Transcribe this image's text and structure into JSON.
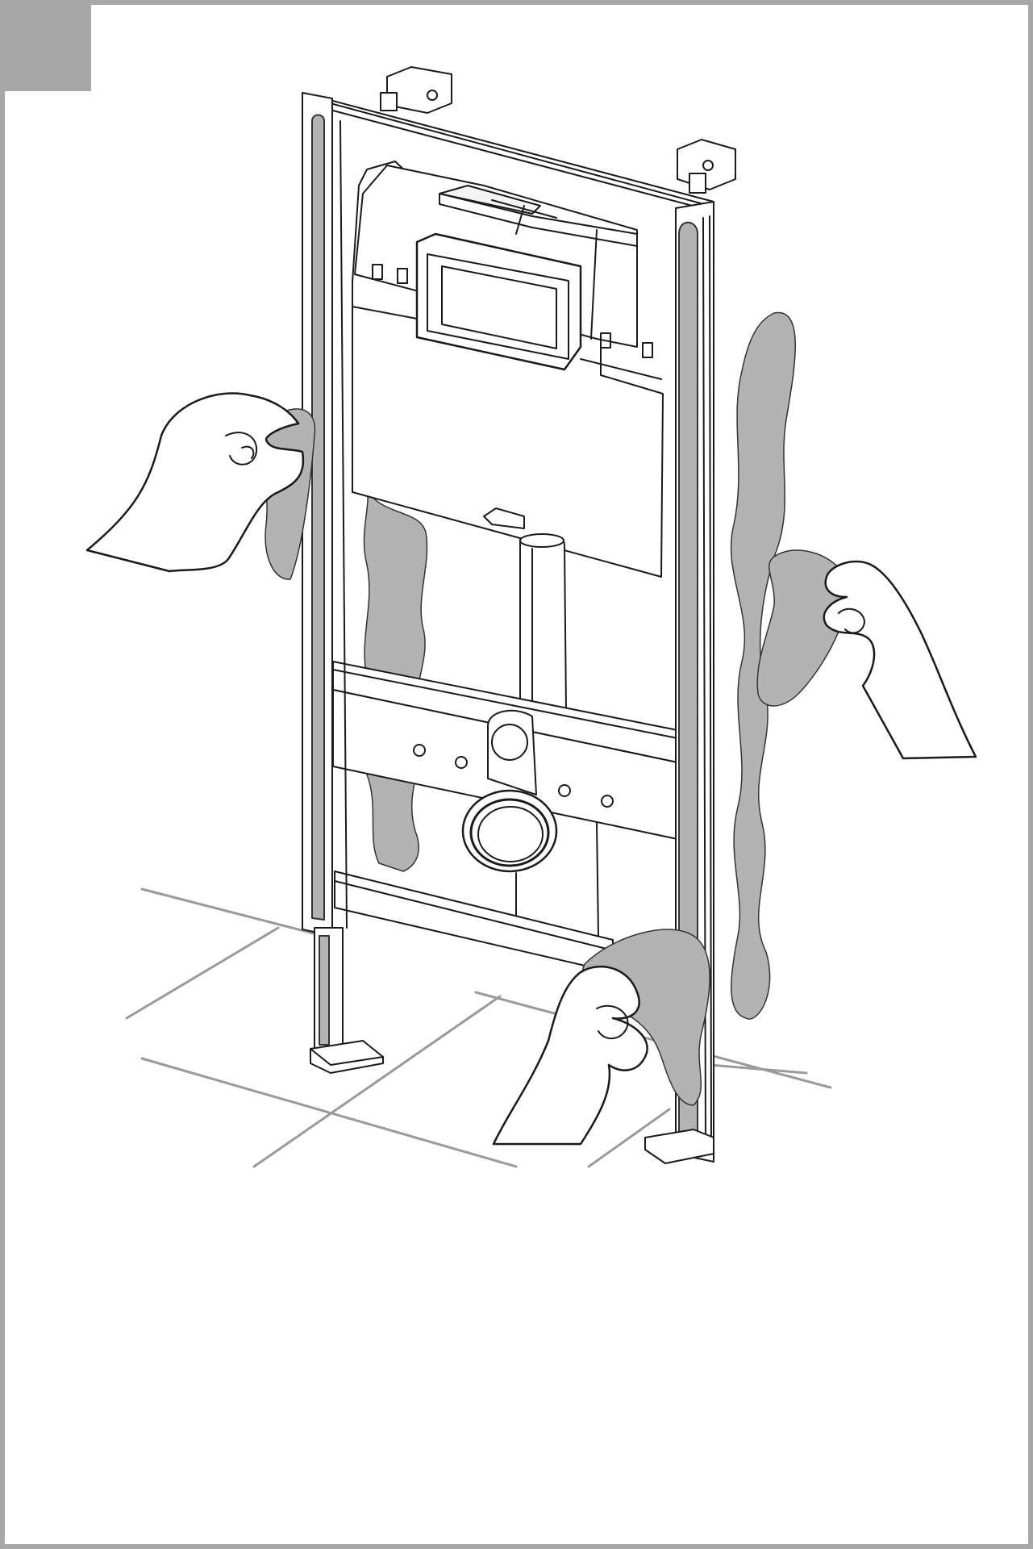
{
  "figure": {
    "page_border_color": "#a7a7a7",
    "shading_color": "#b3b3b3",
    "line_color": "#1a1a1a",
    "floor_grid_color": "#9a9a9a",
    "icons": [
      "corner-tab",
      "installation-frame",
      "hand-icon",
      "cloth-icon",
      "floor-grid"
    ]
  }
}
